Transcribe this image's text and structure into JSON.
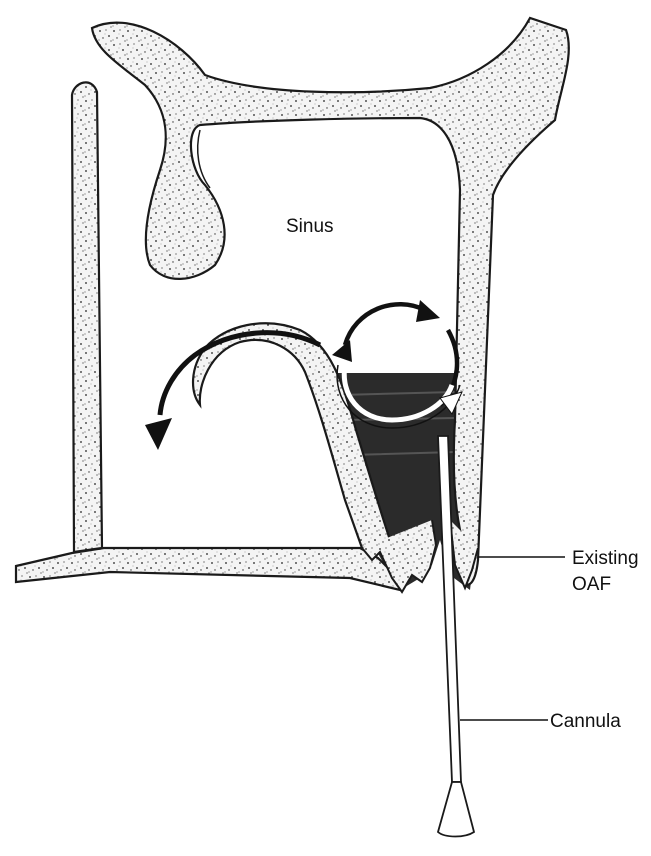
{
  "labels": {
    "sinus": "Sinus",
    "existing_oaf_line1": "Existing",
    "existing_oaf_line2": "OAF",
    "cannula": "Cannula"
  },
  "colors": {
    "bone_outline": "#1a1a1a",
    "bone_fill": "#f2f2f2",
    "fluid": "#2b2b2b",
    "arrow": "#111111",
    "background": "#ffffff"
  }
}
